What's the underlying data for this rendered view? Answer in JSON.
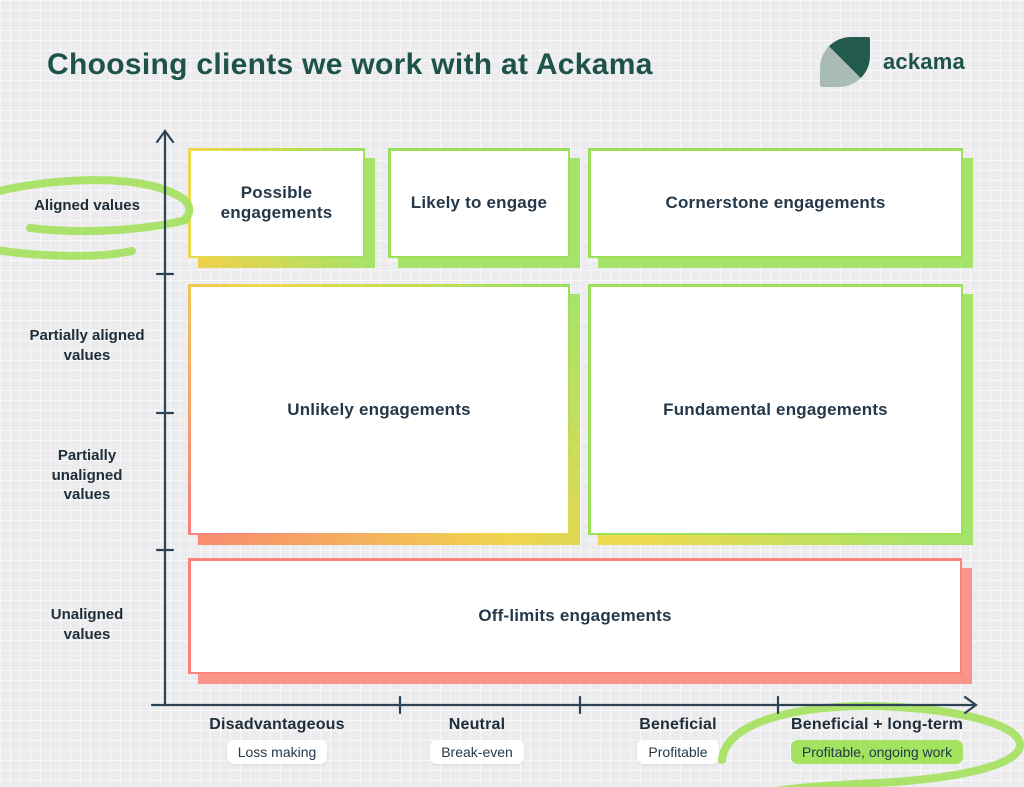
{
  "title": "Choosing clients we work with at Ackama",
  "logo": {
    "brand": "ackama"
  },
  "y_axis": {
    "labels": [
      "Aligned values",
      "Partially aligned values",
      "Partially unaligned values",
      "Unaligned values"
    ]
  },
  "x_axis": {
    "categories": [
      {
        "label": "Disadvantageous",
        "tag": "Loss making",
        "highlighted": false
      },
      {
        "label": "Neutral",
        "tag": "Break-even",
        "highlighted": false
      },
      {
        "label": "Beneficial",
        "tag": "Profitable",
        "highlighted": false
      },
      {
        "label": "Beneficial + long-term",
        "tag": "Profitable, ongoing work",
        "highlighted": true
      }
    ]
  },
  "boxes": [
    {
      "id": "possible",
      "label": "Possible engagements",
      "row": "Aligned values",
      "cols": "Disadvantageous"
    },
    {
      "id": "likely",
      "label": "Likely to engage",
      "row": "Aligned values",
      "cols": "Neutral"
    },
    {
      "id": "cornerstone",
      "label": "Cornerstone engagements",
      "row": "Aligned values",
      "cols": "Beneficial, Beneficial + long-term"
    },
    {
      "id": "unlikely",
      "label": "Unlikely engagements",
      "row": "Partially aligned values, Partially unaligned values",
      "cols": "Disadvantageous, Neutral"
    },
    {
      "id": "fundamental",
      "label": "Fundamental engagements",
      "row": "Partially aligned values, Partially unaligned values",
      "cols": "Beneficial, Beneficial + long-term"
    },
    {
      "id": "offlimits",
      "label": "Off-limits engagements",
      "row": "Unaligned values",
      "cols": "all"
    }
  ],
  "annotations": [
    "hand-drawn highlighter circle around 'Aligned values'",
    "hand-drawn highlighter circle around 'Beneficial + long-term / Profitable, ongoing work'"
  ],
  "colors": {
    "title_green": "#1d5348",
    "logo_dark": "#235c4e",
    "ink": "#24384a",
    "label_ink": "#1e2d38",
    "axis": "#2e4456",
    "green": "#9ce05a",
    "green_shadow": "#a5e46a",
    "yellow": "#eed94e",
    "red": "#f9857a",
    "red_shadow": "#f9948a",
    "highlight": "#a6e163",
    "pill_green": "#a2e35f"
  }
}
